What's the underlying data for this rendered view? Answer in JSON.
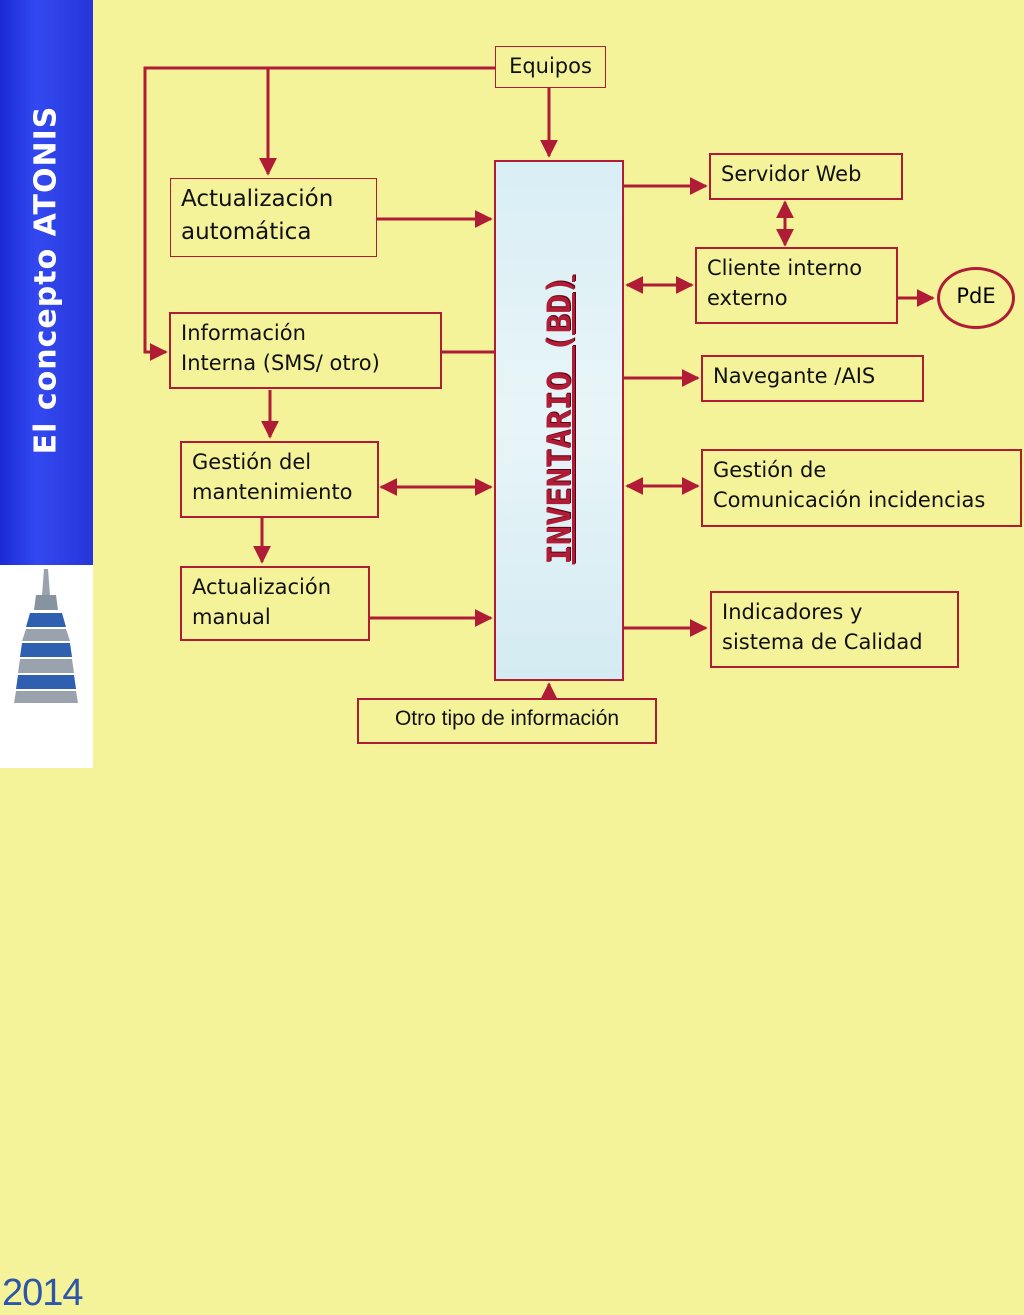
{
  "sidebar": {
    "title": "El concepto ATONIS"
  },
  "logo": {
    "year": "2014"
  },
  "diagram": {
    "center": {
      "label": "INVENTARIO (BD)"
    },
    "top_source": {
      "label": "Equipos"
    },
    "bottom_source": {
      "label": "Otro tipo de información"
    },
    "left_nodes": {
      "auto_update": [
        "Actualización",
        "automática"
      ],
      "internal_info": [
        "Información",
        "Interna (SMS/ otro)"
      ],
      "maintenance": [
        "Gestión del",
        "mantenimiento"
      ],
      "manual_update": [
        "Actualización",
        "manual"
      ]
    },
    "right_nodes": {
      "web_server": "Servidor Web",
      "client": [
        "Cliente interno",
        "externo"
      ],
      "pde": "PdE",
      "navigator": "Navegante /AIS",
      "incidents": [
        "Gestión de",
        "Comunicación incidencias"
      ],
      "quality": [
        "Indicadores y",
        "sistema de Calidad"
      ]
    }
  },
  "colors": {
    "background": "#f5f39a",
    "accent": "#b01c35",
    "sidebar": "#2536d8",
    "inventory_fill": "#dff0f6"
  }
}
